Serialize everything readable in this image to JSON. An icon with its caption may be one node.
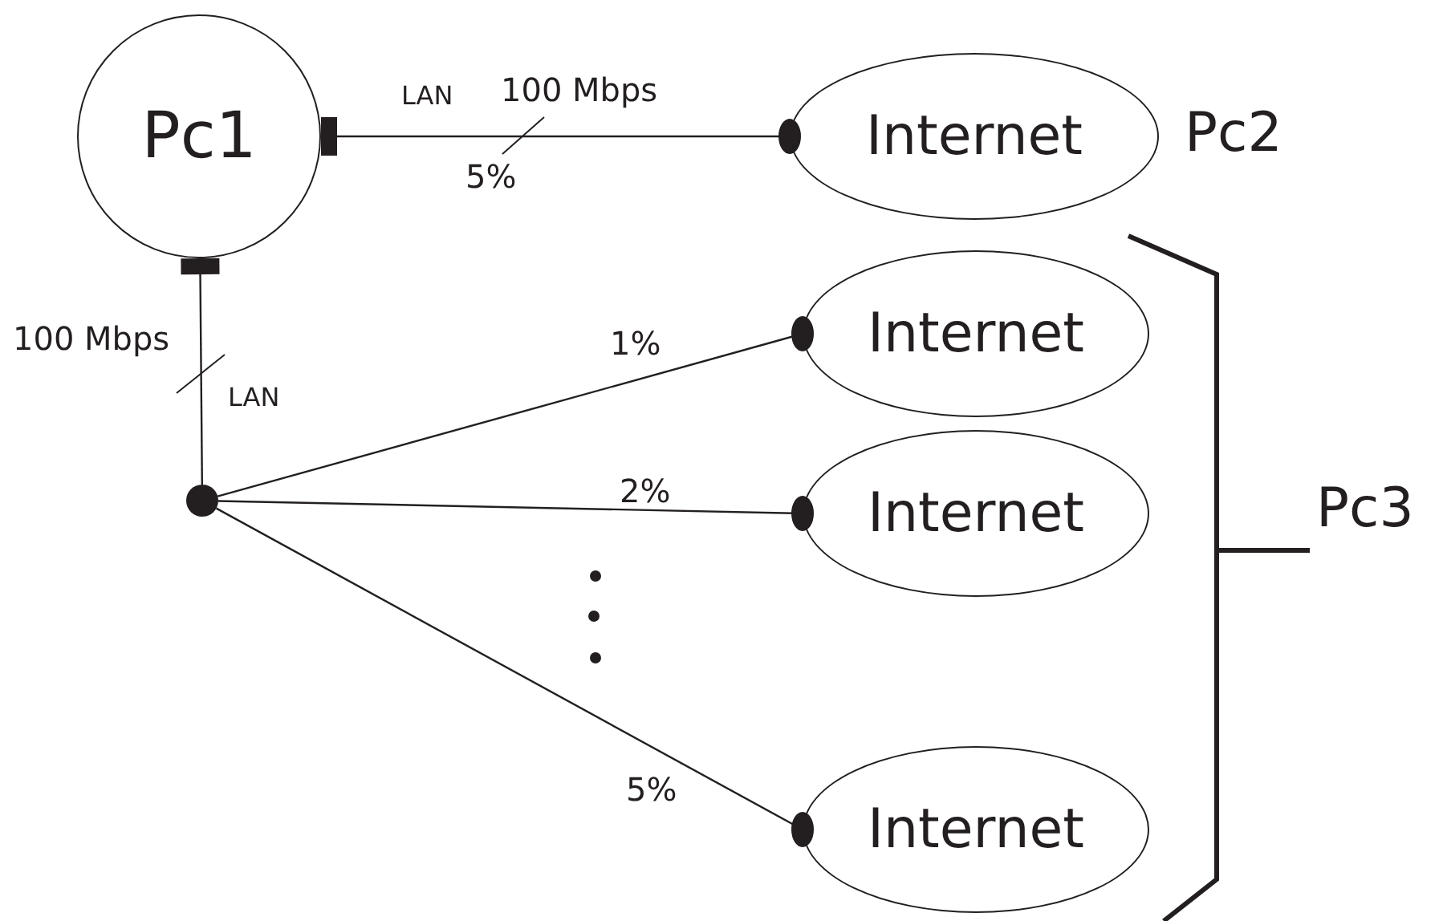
{
  "diagram": {
    "nodes": [
      {
        "text": [
          "Pc1"
        ]
      },
      {
        "text": [
          "Internet"
        ],
        "beside": [
          "Pc2"
        ]
      },
      {
        "text": [],
        "shape": "circle"
      },
      {
        "text": [
          "Internet"
        ]
      },
      {
        "text": [
          "Internet"
        ]
      },
      {
        "text": [
          "Internet"
        ]
      }
    ],
    "edges": [
      {
        "from": 0,
        "to": 1,
        "arrow": "other",
        "label": "5%"
      },
      {
        "from": 0,
        "to": 2,
        "arrow": "other"
      },
      {
        "from": 2,
        "to": 3,
        "arrow": "other",
        "label": "1%"
      },
      {
        "from": 2,
        "to": 4,
        "arrow": "other",
        "label": "2%"
      },
      {
        "from": 2,
        "to": 5,
        "arrow": "other",
        "label": "5%"
      }
    ],
    "labels": [
      "LAN",
      "100 Mbps",
      "100 Mbps",
      "LAN",
      "Pc3"
    ]
  }
}
